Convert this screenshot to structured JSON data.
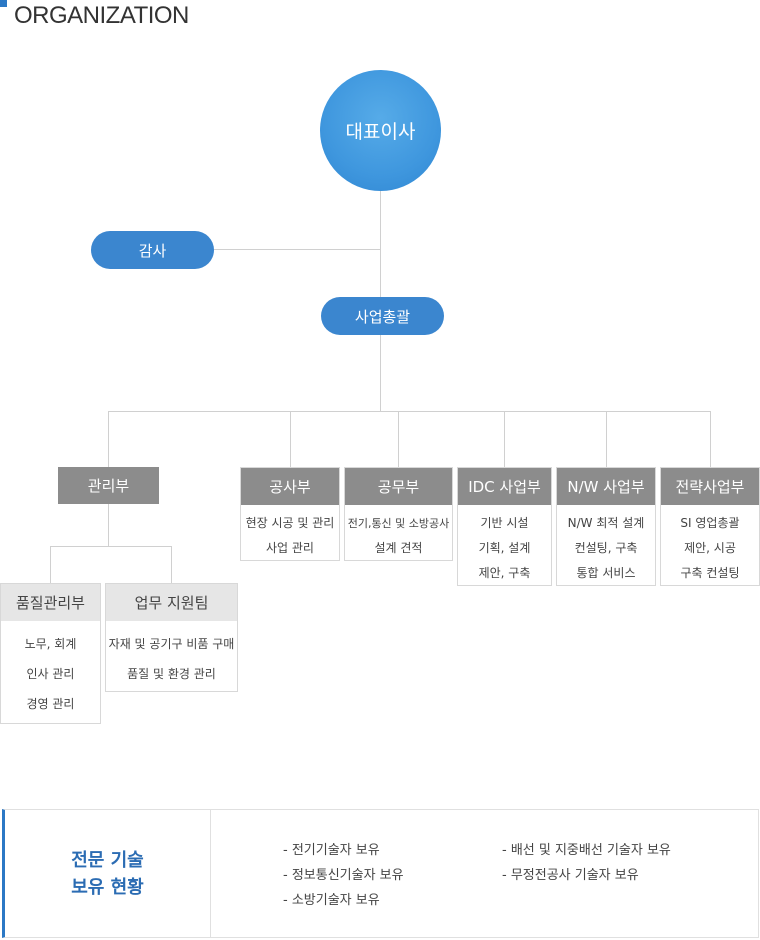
{
  "page": {
    "title": "ORGANIZATION"
  },
  "org": {
    "ceo": "대표이사",
    "audit": "감사",
    "general": "사업총괄",
    "admin": {
      "name": "관리부",
      "subs": [
        {
          "name": "품질관리부",
          "items": [
            "노무, 회계",
            "인사 관리",
            "경영 관리"
          ]
        },
        {
          "name": "업무 지원팀",
          "items": [
            "자재 및 공기구 비품 구매",
            "품질 및 환경 관리"
          ]
        }
      ]
    },
    "departments": [
      {
        "name": "공사부",
        "items": [
          "현장 시공 및 관리",
          "사업 관리"
        ]
      },
      {
        "name": "공무부",
        "items": [
          "전기,통신 및 소방공사",
          "설계 견적"
        ]
      },
      {
        "name": "IDC 사업부",
        "items": [
          "기반 시설",
          "기획, 설계",
          "제안, 구축"
        ]
      },
      {
        "name": "N/W 사업부",
        "items": [
          "N/W 최적 설계",
          "컨설팅, 구축",
          "통합 서비스"
        ]
      },
      {
        "name": "전략사업부",
        "items": [
          "SI 영업총괄",
          "제안, 시공",
          "구축 컨설팅"
        ]
      }
    ]
  },
  "skills": {
    "title_line1": "전문 기술",
    "title_line2": "보유 현황",
    "left": [
      "- 전기기술자 보유",
      "- 정보통신기술자 보유",
      "- 소방기술자 보유"
    ],
    "right": [
      "- 배선 및 지중배선 기술자 보유",
      "- 무정전공사 기술자 보유"
    ]
  },
  "colors": {
    "accent": "#2b78c5",
    "pill": "#3b86cf",
    "dept_header": "#8c8c8c",
    "sub_header": "#e6e6e6"
  }
}
